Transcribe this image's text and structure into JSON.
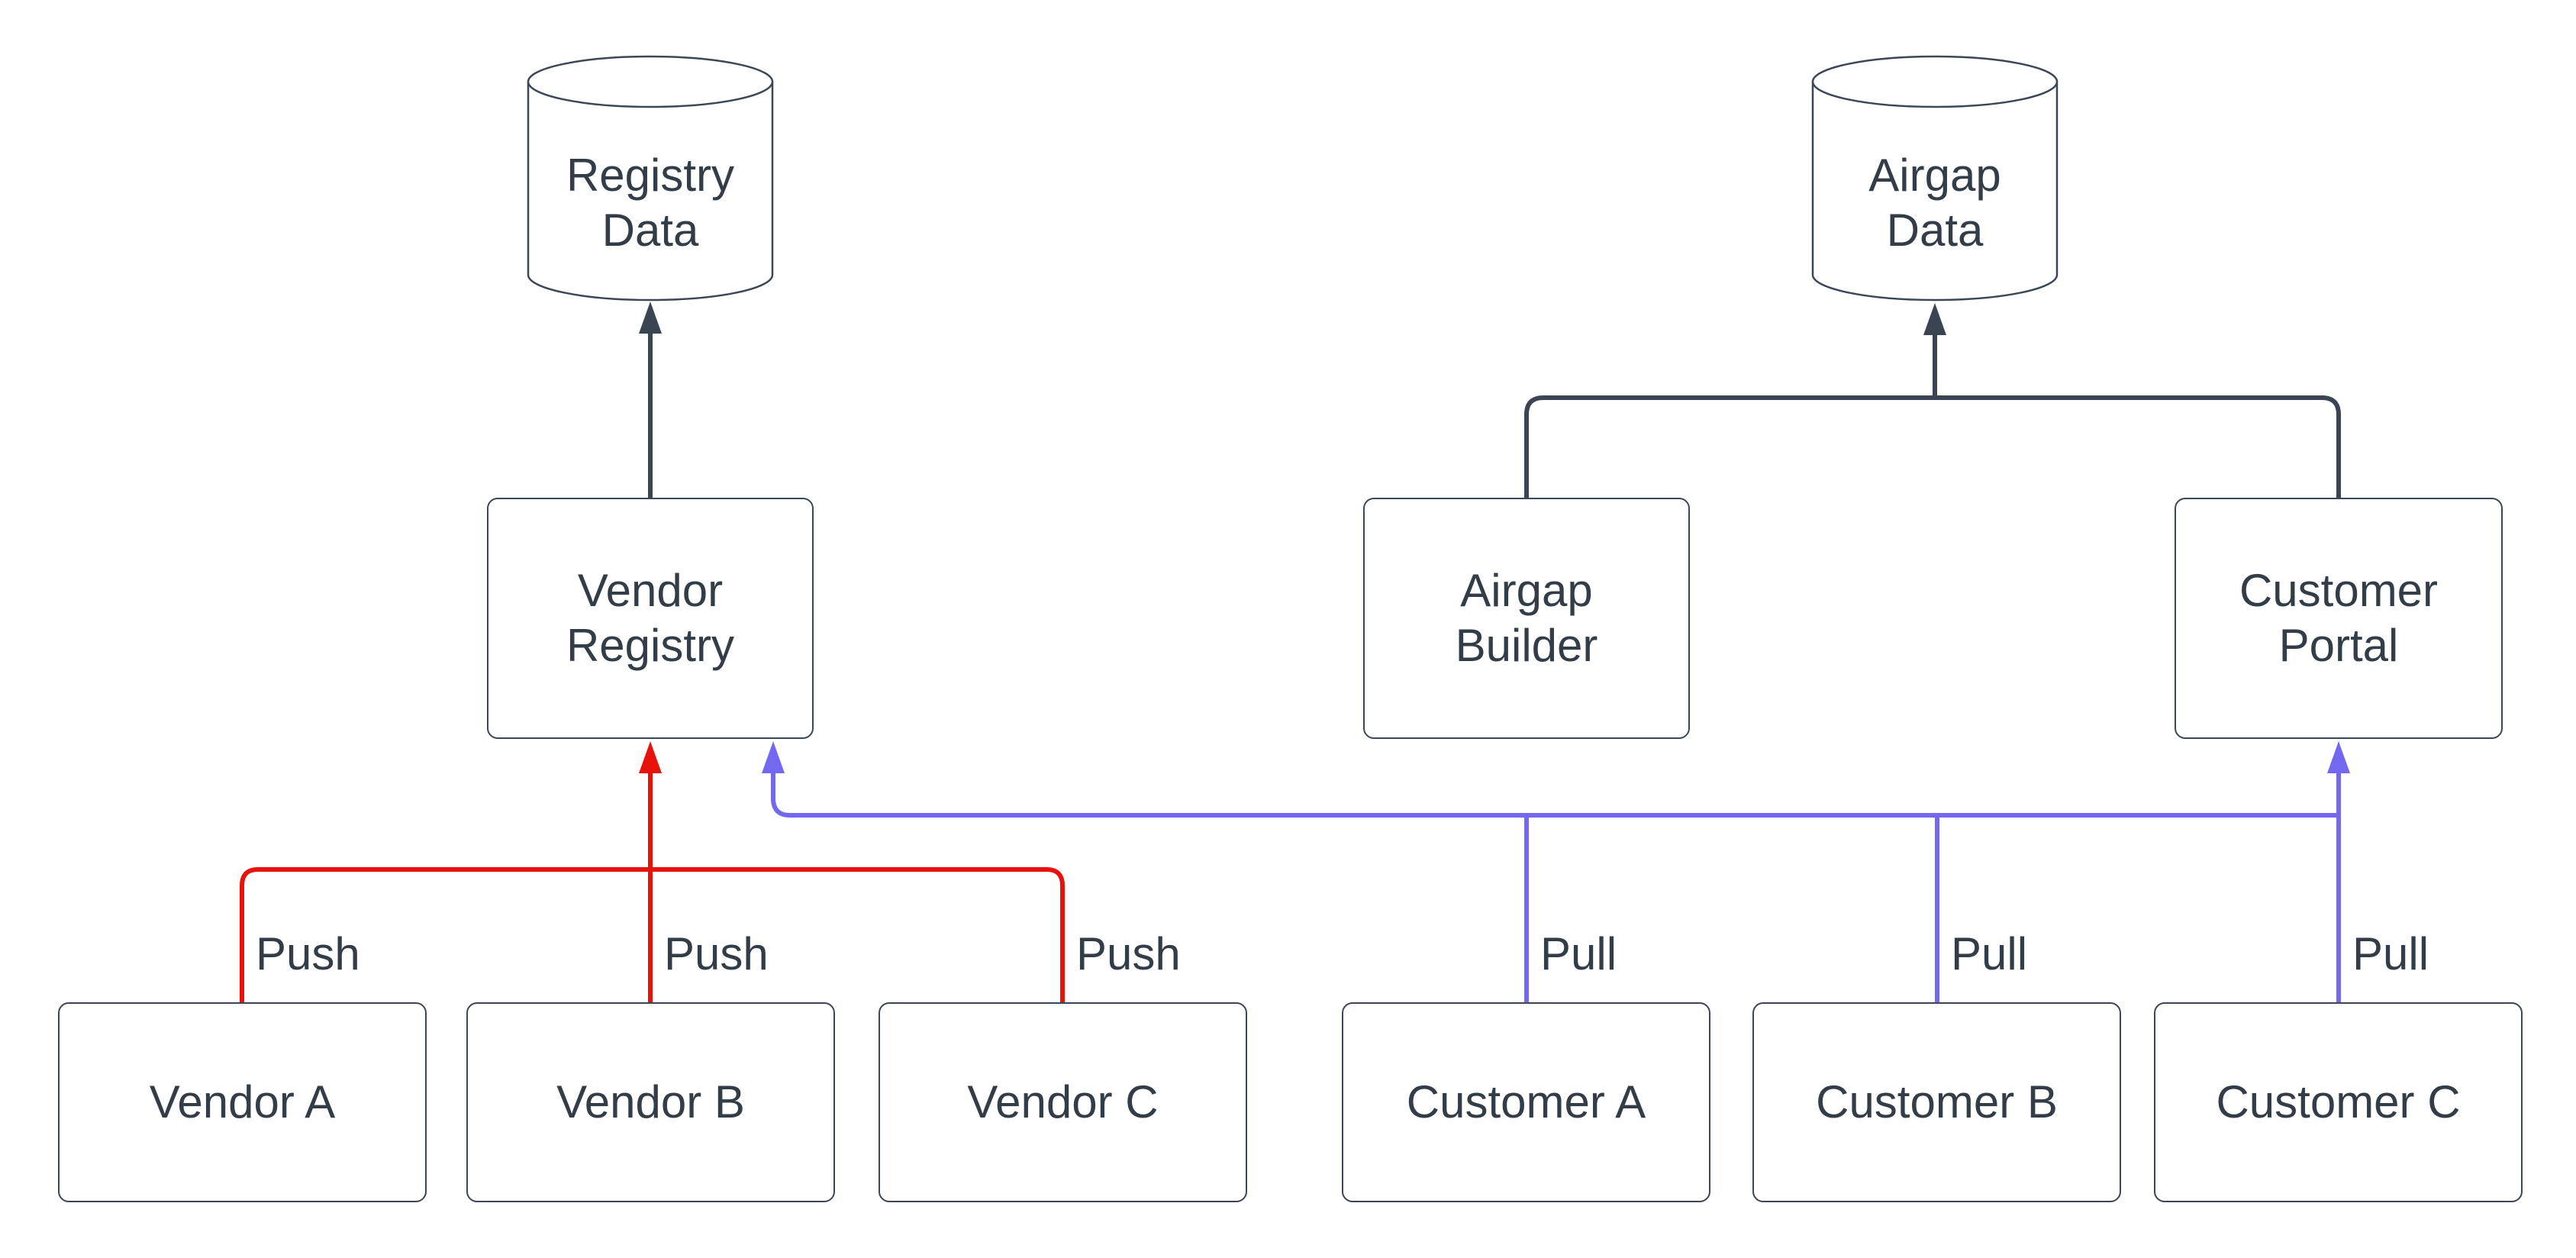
{
  "diagram": {
    "type": "flowchart",
    "background": "#ffffff",
    "colors": {
      "node_border": "#3d4656",
      "text": "#333d48",
      "dark_edge": "#3b4453",
      "push_edge": "#e8120c",
      "pull_edge": "#7468f0",
      "node_fill": "#ffffff",
      "background": "#ffffff"
    },
    "nodes": {
      "registry_data": {
        "label": "Registry\nData",
        "shape": "cylinder"
      },
      "airgap_data": {
        "label": "Airgap\nData",
        "shape": "cylinder"
      },
      "vendor_registry": {
        "label": "Vendor\nRegistry",
        "shape": "rect"
      },
      "airgap_builder": {
        "label": "Airgap\nBuilder",
        "shape": "rect"
      },
      "customer_portal": {
        "label": "Customer\nPortal",
        "shape": "rect"
      },
      "vendor_a": {
        "label": "Vendor A",
        "shape": "rect"
      },
      "vendor_b": {
        "label": "Vendor B",
        "shape": "rect"
      },
      "vendor_c": {
        "label": "Vendor C",
        "shape": "rect"
      },
      "customer_a": {
        "label": "Customer A",
        "shape": "rect"
      },
      "customer_b": {
        "label": "Customer B",
        "shape": "rect"
      },
      "customer_c": {
        "label": "Customer C",
        "shape": "rect"
      }
    },
    "edges": [
      {
        "from": "vendor_registry",
        "to": "registry_data",
        "label": "",
        "color": "dark"
      },
      {
        "from": "airgap_builder",
        "to": "airgap_data",
        "label": "",
        "color": "dark"
      },
      {
        "from": "customer_portal",
        "to": "airgap_data",
        "label": "",
        "color": "dark"
      },
      {
        "from": "vendor_a",
        "to": "vendor_registry",
        "label": "Push",
        "color": "red"
      },
      {
        "from": "vendor_b",
        "to": "vendor_registry",
        "label": "Push",
        "color": "red"
      },
      {
        "from": "vendor_c",
        "to": "vendor_registry",
        "label": "Push",
        "color": "red"
      },
      {
        "from": "customer_a",
        "to": "vendor_registry",
        "label": "Pull",
        "color": "blue"
      },
      {
        "from": "customer_b",
        "to": "vendor_registry",
        "label": "Pull",
        "color": "blue"
      },
      {
        "from": "customer_c",
        "to": "customer_portal",
        "label": "Pull",
        "color": "blue"
      }
    ]
  }
}
